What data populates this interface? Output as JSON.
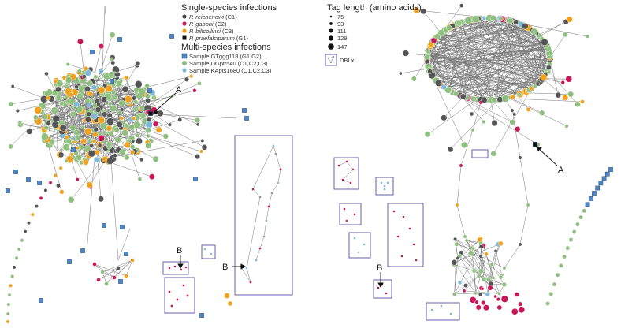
{
  "legend": {
    "single_heading": "Single-species infections",
    "single_items": [
      {
        "italic": "P. reichenowi",
        "suffix": " (C1)",
        "color": "#4d4d4d",
        "shape": "circle"
      },
      {
        "italic": "P. gaboni",
        "suffix": " (C2)",
        "color": "#c8185a",
        "shape": "circle"
      },
      {
        "italic": "P. billcollinsi",
        "suffix": " (C3)",
        "color": "#f0a21e",
        "shape": "circle"
      },
      {
        "italic": "P. praefalciparum",
        "suffix": " (G1)",
        "color": "#111111",
        "shape": "square"
      }
    ],
    "multi_heading": "Multi-species infections",
    "multi_items": [
      {
        "label": "Sample GTggg118 (G1,G2)",
        "color": "#4f86c6",
        "shape": "square"
      },
      {
        "label": "Sample DGptt540 (C1,C2,C3)",
        "color": "#8fbf7f",
        "shape": "circle"
      },
      {
        "label": "Sample KApts1680 (C1,C2,C3)",
        "color": "#7fb8d9",
        "shape": "circle"
      }
    ],
    "size_heading": "Tag length (amino acids)",
    "size_items": [
      "75",
      "93",
      "111",
      "129",
      "147"
    ],
    "dblx_label": "DBLx"
  },
  "callouts": {
    "a_left": "A",
    "a_right": "A",
    "b_left_top": "B",
    "b_left_mid": "B",
    "b_right": "B"
  },
  "colors": {
    "grey": "#555555",
    "magenta": "#c8185a",
    "orange": "#f0a21e",
    "black": "#111111",
    "blue": "#4f86c6",
    "green": "#8fbf7f",
    "lightblue": "#7fb8d9",
    "box": "#6a5fa8"
  }
}
